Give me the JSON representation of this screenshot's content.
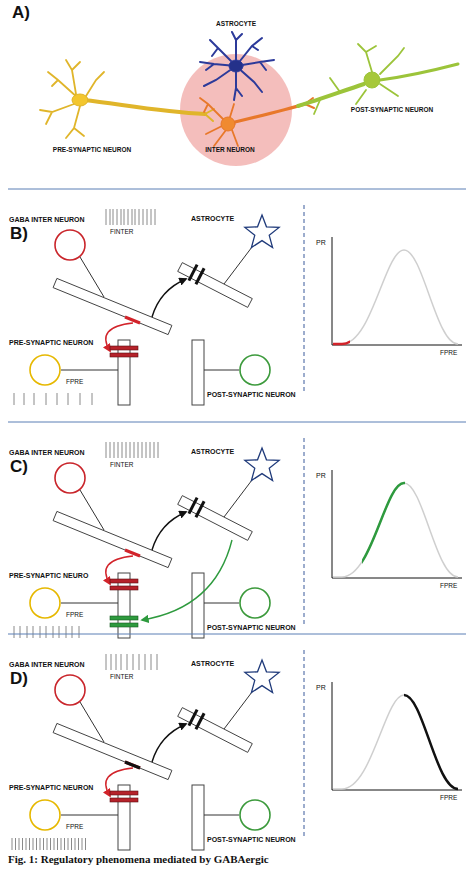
{
  "diagram": {
    "caption": "Fig. 1: Regulatory phenomena mediated by GABAergic",
    "nodes": [
      {
        "text": [
          "GABA INTER NEURON"
        ]
      },
      {
        "text": [
          "ASTROCYTE"
        ]
      },
      {
        "text": [
          "PRE-SYNAPTIC NEURON"
        ]
      },
      {
        "text": [
          "POST-SYNAPTIC NEURON"
        ]
      },
      {
        "text": [
          "GABA INTER NEURON"
        ]
      },
      {
        "text": [
          "ASTROCYTE"
        ]
      },
      {
        "text": [
          "PRE-SYNAPTIC NEURO"
        ]
      },
      {
        "text": [
          "POST-SYNAPTIC NEURON"
        ]
      },
      {
        "text": [
          "GABA INTER NEURON"
        ]
      },
      {
        "text": [
          "ASTROCYTE"
        ]
      },
      {
        "text": [
          "PRE-SYNAPTIC NEURON"
        ]
      },
      {
        "text": [
          "POST-SYNAPTIC NEURON"
        ]
      }
    ],
    "labels": [
      "A)",
      "ASTROCYTE",
      "PRE-SYNAPTIC NEURON",
      "INTER NEURON",
      "POST-SYNAPTIC NEURON",
      "B)",
      "FINTER",
      "FPRE",
      "PR",
      "FPRE",
      "C)",
      "FINTER",
      "FPRE",
      "PR",
      "FPRE",
      "D)",
      "FINTER",
      "FPRE",
      "PR",
      "FPRE"
    ]
  }
}
